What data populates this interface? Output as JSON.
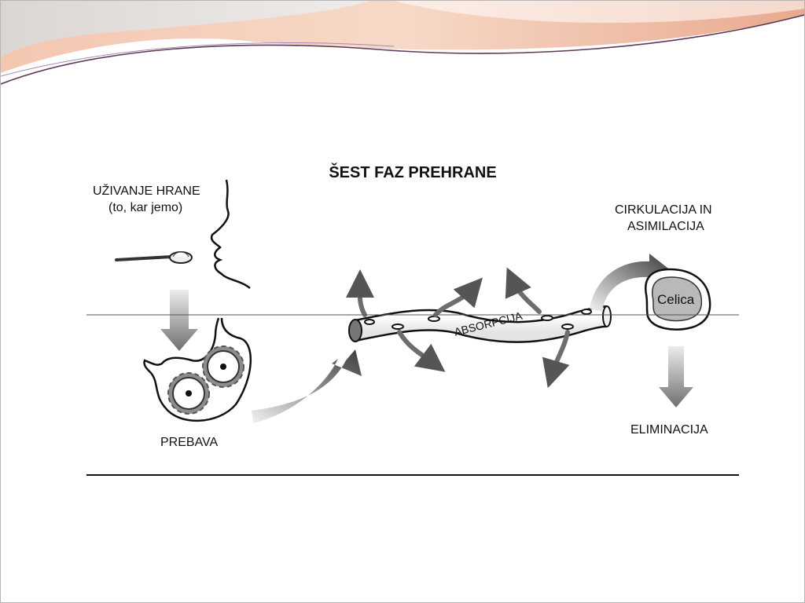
{
  "diagram": {
    "title": "ŠEST FAZ PREHRANE",
    "ingestion_label_line1": "UŽIVANJE HRANE",
    "ingestion_label_line2": "(to, kar jemo)",
    "digestion_label": "PREBAVA",
    "absorption_label": "ABSORPCIJA",
    "circulation_label_line1": "CIRKULACIJA IN",
    "circulation_label_line2": "ASIMILACIJA",
    "cell_label": "Celica",
    "elimination_label": "ELIMINACIJA"
  },
  "colors": {
    "swoosh_peach": "#f3cbb7",
    "swoosh_line": "#5a3a58",
    "gear_gray": "#8c8c8c",
    "arrow_gray": "#7a7a7a",
    "cell_fill": "#b9b9b9"
  }
}
